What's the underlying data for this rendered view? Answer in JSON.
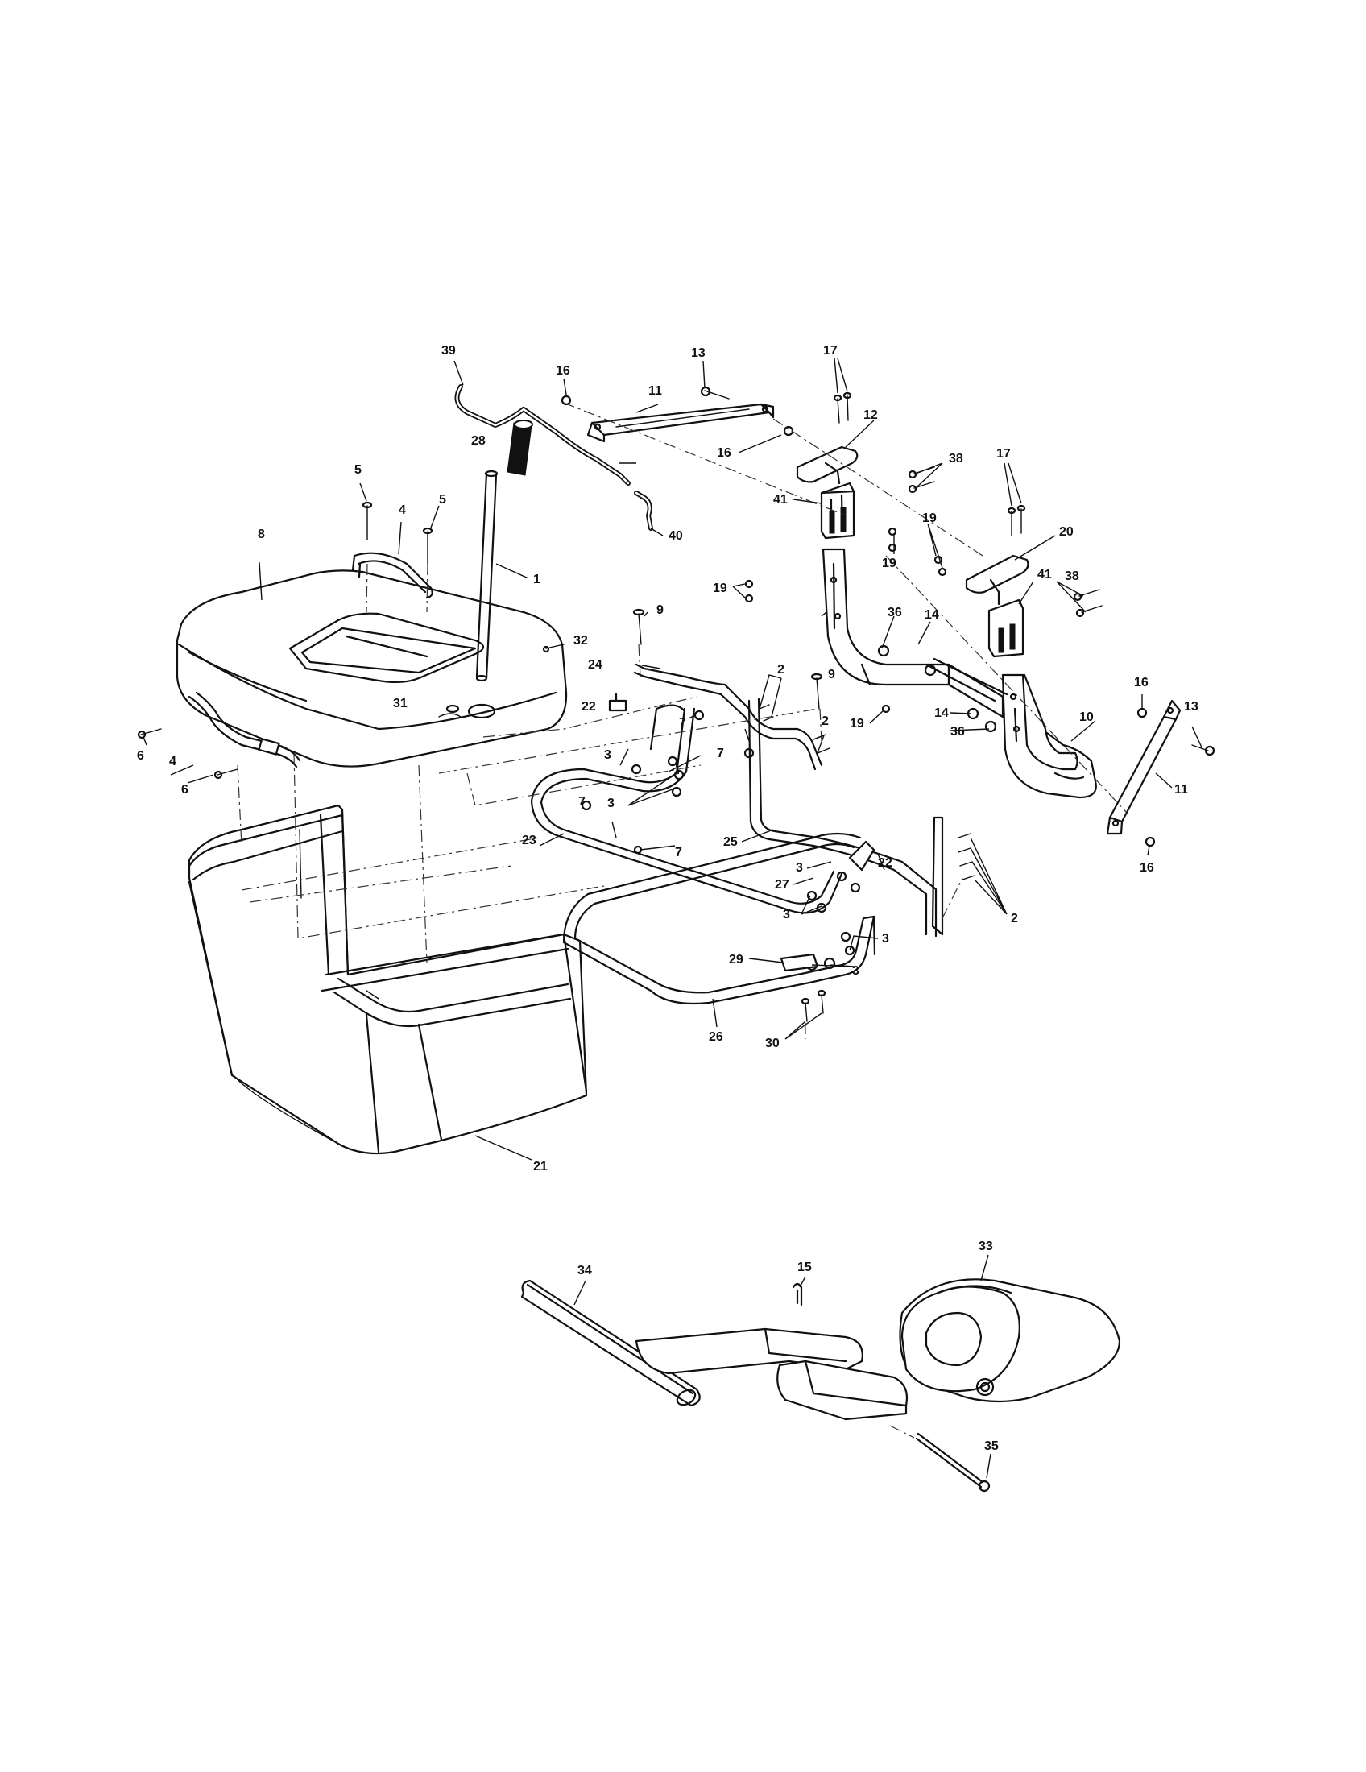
{
  "labels": {
    "l1": "1",
    "l2a": "2",
    "l2b": "2",
    "l2c": "2",
    "l3a": "3",
    "l3b": "3",
    "l3c": "3",
    "l3d": "3",
    "l3e": "3",
    "l3f": "3",
    "l4a": "4",
    "l4b": "4",
    "l5a": "5",
    "l5b": "5",
    "l6a": "6",
    "l6b": "6",
    "l7a": "7",
    "l7b": "7",
    "l7c": "7",
    "l7d": "7",
    "l8": "8",
    "l9a": "9",
    "l9b": "9",
    "l10": "10",
    "l11a": "11",
    "l11b": "11",
    "l12": "12",
    "l13a": "13",
    "l13b": "13",
    "l14a": "14",
    "l14b": "14",
    "l15": "15",
    "l16a": "16",
    "l16b": "16",
    "l16c": "16",
    "l16d": "16",
    "l17a": "17",
    "l17b": "17",
    "l19a": "19",
    "l19b": "19",
    "l19c": "19",
    "l19d": "19",
    "l20": "20",
    "l21": "21",
    "l22a": "22",
    "l22b": "22",
    "l23": "23",
    "l24": "24",
    "l25": "25",
    "l26": "26",
    "l27": "27",
    "l28": "28",
    "l29": "29",
    "l30": "30",
    "l31": "31",
    "l32": "32",
    "l33": "33",
    "l34": "34",
    "l35": "35",
    "l36a": "36",
    "l36b": "36",
    "l38a": "38",
    "l38b": "38",
    "l39": "39",
    "l40": "40",
    "l41a": "41",
    "l41b": "41"
  }
}
